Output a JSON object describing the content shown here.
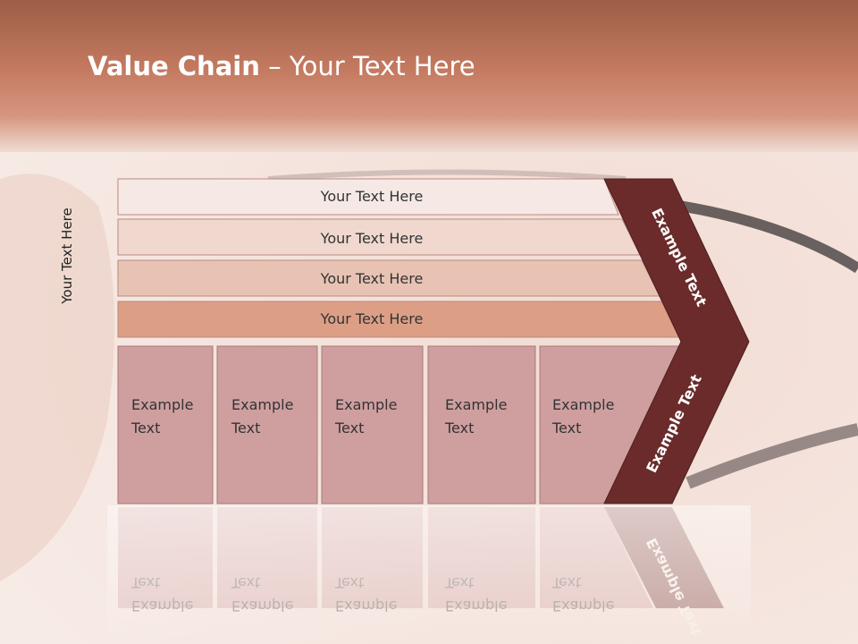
{
  "slide": {
    "title_bold": "Value Chain",
    "title_rest": " – Your Text Here",
    "side_label": "Your Text Here"
  },
  "bars": [
    {
      "label": "Your Text Here"
    },
    {
      "label": "Your Text Here"
    },
    {
      "label": "Your Text Here"
    },
    {
      "label": "Your Text Here"
    }
  ],
  "boxes": [
    {
      "line1": "Example",
      "line2": "Text"
    },
    {
      "line1": "Example",
      "line2": "Text"
    },
    {
      "line1": "Example",
      "line2": "Text"
    },
    {
      "line1": "Example",
      "line2": "Text"
    },
    {
      "line1": "Example",
      "line2": "Text"
    }
  ],
  "chevron": {
    "upper_label": "Example Text",
    "lower_label": "Example Text"
  },
  "colors": {
    "header": "#b96e54",
    "chevron": "#6b2b2b",
    "box_fill": "#cf9fa0",
    "bar1": "#f6e9e5",
    "bar2": "#f0d8cf",
    "bar3": "#e8c3b4",
    "bar4": "#dc9f86"
  }
}
